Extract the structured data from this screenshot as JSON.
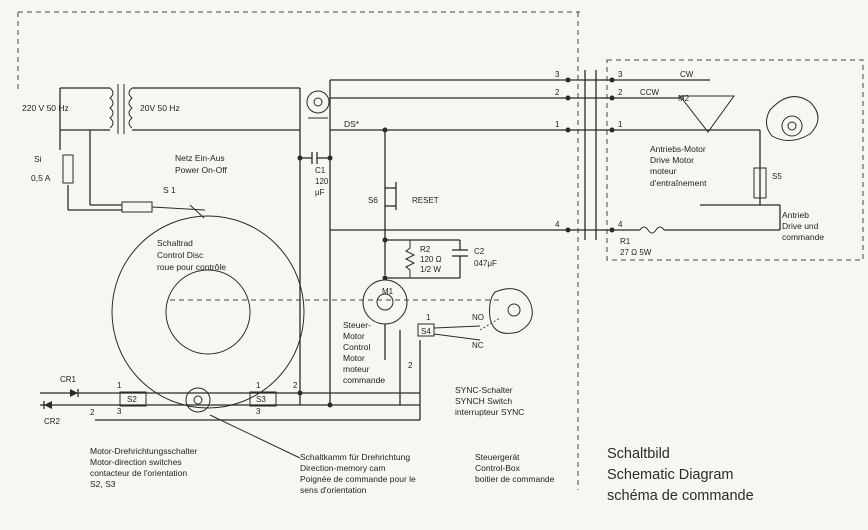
{
  "mains": {
    "voltage": "220 V 50 Hz",
    "secondary": "20V 50 Hz"
  },
  "fuse": {
    "ref": "Si",
    "rating": "0,5 A"
  },
  "power_switch": [
    "Netz Ein-Aus",
    "Power On-Off"
  ],
  "s1": "S 1",
  "control_disc": [
    "Schaltrad",
    "Control Disc",
    "roue pour contrôle"
  ],
  "ds": "DS*",
  "c1": [
    "C1",
    "120",
    "μF"
  ],
  "reset": {
    "ref": "S6",
    "label": "RESET"
  },
  "r2": [
    "R2",
    "120 Ω",
    "1/2 W"
  ],
  "c2": [
    "C2",
    "047μF"
  ],
  "m1": "M1",
  "control_motor": [
    "Steuer-",
    "Motor",
    "Control",
    "Motor",
    "moteur",
    "commande"
  ],
  "s4": "S4",
  "no_nc": [
    "NO",
    "NC"
  ],
  "sync_switch": [
    "SYNC-Schalter",
    "SYNCH Switch",
    "interrupteur SYNC"
  ],
  "cr": [
    "CR1",
    "CR2"
  ],
  "s2_s3": [
    "S2",
    "S3"
  ],
  "motor_direction": [
    "Motor-Drehrichtungsschalter",
    "Motor-direction switches",
    "contacteur de l'orientation",
    "S2, S3"
  ],
  "cam": [
    "Schaltkamm für Drehrichtung",
    "Direction-memory cam",
    "Poignée de commande pour le",
    "sens d'orientation"
  ],
  "control_box": [
    "Steuergerät",
    "Control-Box",
    "boitier de commande"
  ],
  "terminals": [
    "3",
    "2",
    "1",
    "4"
  ],
  "drive_motor": [
    "Antriebs-Motor",
    "Drive Motor",
    "moteur",
    "d'entraînement"
  ],
  "cw": "CW",
  "ccw": "CCW",
  "m2": "M2",
  "s5": "S5",
  "drive_unit": [
    "Antrieb",
    "Drive und",
    "commande"
  ],
  "r1": [
    "R1",
    "27 Ω 5W"
  ],
  "schematic_title": [
    "Schaltbild",
    "Schematic Diagram",
    "schéma de commande"
  ]
}
